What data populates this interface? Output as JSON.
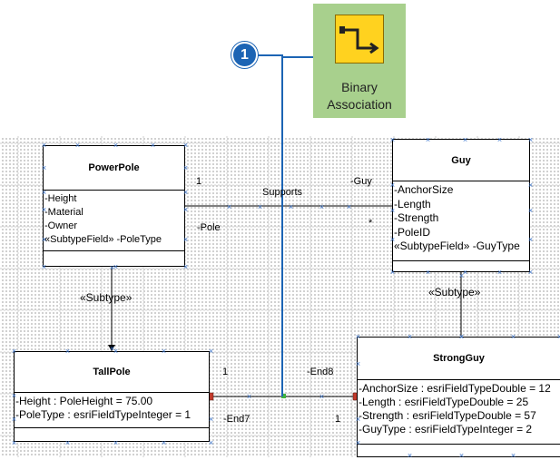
{
  "tool": {
    "label_line1": "Binary",
    "label_line2": "Association",
    "icon": "binary-association-icon"
  },
  "callout": {
    "number": "1"
  },
  "classes": {
    "powerpole": {
      "name": "PowerPole",
      "attributes": [
        "-Height",
        "-Material",
        "-Owner",
        "«SubtypeField» -PoleType"
      ]
    },
    "guy": {
      "name": "Guy",
      "attributes": [
        "-AnchorSize",
        "-Length",
        "-Strength",
        "-PoleID",
        "«SubtypeField» -GuyType"
      ]
    },
    "tallpole": {
      "name": "TallPole",
      "attributes": [
        "-Height : PoleHeight = 75.00",
        "-PoleType : esriFieldTypeInteger = 1"
      ]
    },
    "strongguy": {
      "name": "StrongGuy",
      "attributes": [
        "-AnchorSize : esriFieldTypeDouble = 12",
        "-Length : esriFieldTypeDouble = 25",
        "-Strength : esriFieldTypeDouble = 57",
        "-GuyType : esriFieldTypeInteger = 2"
      ]
    }
  },
  "associations": {
    "supports": {
      "name": "Supports",
      "role_left": "-Pole",
      "role_right": "-Guy",
      "mult_left": "1",
      "mult_right": "*"
    },
    "binary": {
      "role_left": "-End7",
      "role_right": "-End8",
      "mult_left": "1",
      "mult_right": "1"
    }
  },
  "subtypes": {
    "left": "«Subtype»",
    "right": "«Subtype»"
  },
  "colors": {
    "tool_background": "#a8d08d",
    "tool_icon": "#ffd21f",
    "callout": "#1c64b4",
    "selection_marker": "#3c74c9",
    "endpoint": "#c0392b"
  }
}
